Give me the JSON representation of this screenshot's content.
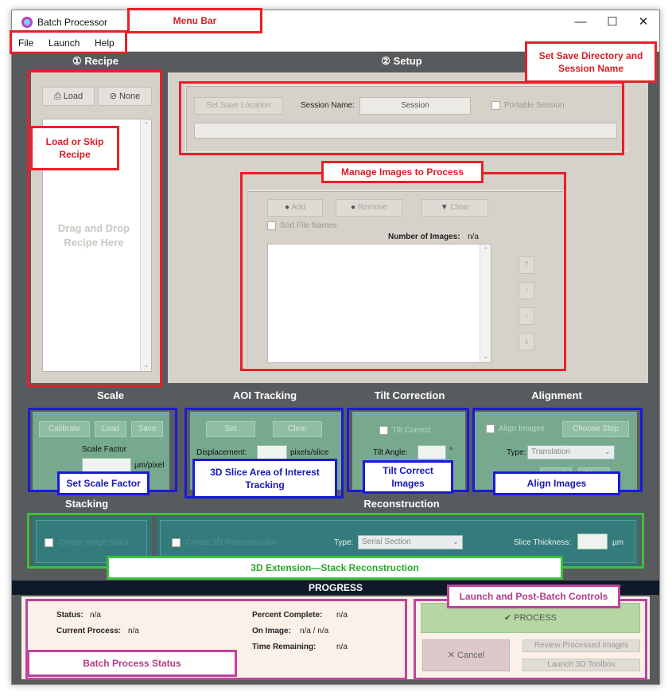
{
  "window": {
    "title": "Batch Processor",
    "controls": {
      "minimize": "—",
      "maximize": "☐",
      "close": "✕"
    }
  },
  "menu": {
    "items": [
      "File",
      "Launch",
      "Help"
    ]
  },
  "sections": {
    "recipe": "① Recipe",
    "setup": "② Setup",
    "scale": "Scale",
    "aoi": "AOI Tracking",
    "tilt": "Tilt Correction",
    "alignment": "Alignment",
    "stacking": "Stacking",
    "reconstruction": "Reconstruction",
    "progress": "PROGRESS"
  },
  "recipe": {
    "load_label": "Load",
    "load_icon": "⎙",
    "none_label": "None",
    "none_icon": "⊘",
    "drop_text": "Drag and Drop Recipe Here"
  },
  "setup": {
    "save_location_label": "Set Save Location",
    "session_name_label": "Session Name:",
    "session_name_value": "Session",
    "portable_label": "Portable Session",
    "save_path_value": ""
  },
  "images": {
    "add_label": "Add",
    "remove_label": "Remove",
    "clear_label": "Clear",
    "sort_label": "Sort File Names",
    "count_label": "Number of Images:",
    "count_value": "n/a",
    "move_buttons": [
      "⤒",
      "↑",
      "↓",
      "⤓"
    ]
  },
  "scale": {
    "calibrate_label": "Calibrate",
    "load_label": "Load",
    "save_label": "Save",
    "factor_label": "Scale Factor",
    "unit": "µm/pixel"
  },
  "aoi": {
    "set_label": "Set",
    "clear_label": "Clear",
    "displacement_label": "Displacement:",
    "unit": "pixels/slice"
  },
  "tilt": {
    "checkbox_label": "Tilt Correct",
    "angle_label": "Tilt Angle:",
    "unit": "°"
  },
  "alignment": {
    "checkbox_label": "Align Images",
    "choose_step_label": "Choose Step",
    "type_label": "Type:",
    "type_value": "Translation",
    "load_label": "Load",
    "clear_label": "Clear"
  },
  "stacking": {
    "checkbox_label": "Create Image Stack"
  },
  "reconstruction": {
    "checkbox_label": "Create 3D Reconstruction",
    "type_label": "Type:",
    "type_value": "Serial Section",
    "thickness_label": "Slice Thickness:",
    "unit": "µm"
  },
  "status": {
    "status_label": "Status:",
    "status_value": "n/a",
    "current_label": "Current Process:",
    "current_value": "n/a",
    "percent_label": "Percent Complete:",
    "percent_value": "n/a",
    "onimage_label": "On Image:",
    "onimage_value": "n/a  /  n/a",
    "remaining_label": "Time Remaining:",
    "remaining_value": "n/a"
  },
  "controls": {
    "process_label": "✔ PROCESS",
    "cancel_label": "✕ Cancel",
    "review_label": "Review Processed Images",
    "toolbox_label": "Launch 3D Toolbox"
  },
  "annotations": {
    "menu_bar": "Menu Bar",
    "save_dir": "Set Save Directory and Session Name",
    "load_recipe": "Load or Skip Recipe",
    "manage_images": "Manage Images to Process",
    "scale_factor": "Set Scale Factor",
    "aoi_tracking": "3D Slice Area of Interest Tracking",
    "tilt_correct": "Tilt Correct Images",
    "align_images": "Align Images",
    "stack_reconstruction": "3D Extension—Stack Reconstruction",
    "launch_controls": "Launch and Post-Batch Controls",
    "batch_status": "Batch Process Status"
  },
  "colors": {
    "annotation_red": "#e8202a",
    "annotation_blue": "#1a1ad6",
    "annotation_green": "#3cc03c",
    "annotation_pink": "#c0449a",
    "panel_green": "#77a98f",
    "panel_teal": "#2f7575",
    "process_green": "#b5d7a3",
    "cancel_pink": "#ddc8cc"
  }
}
